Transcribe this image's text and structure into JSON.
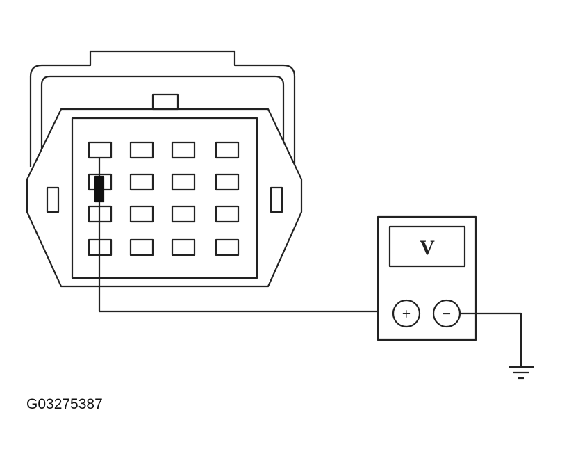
{
  "diagram": {
    "figure_id": "G03275387",
    "meter": {
      "display_symbol": "V",
      "positive_symbol": "+",
      "negative_symbol": "−"
    },
    "connector": {
      "rows": 4,
      "columns": 4,
      "probed_pin": {
        "row": 2,
        "column": 1
      }
    },
    "colors": {
      "line": "#222222",
      "background": "#ffffff"
    }
  }
}
